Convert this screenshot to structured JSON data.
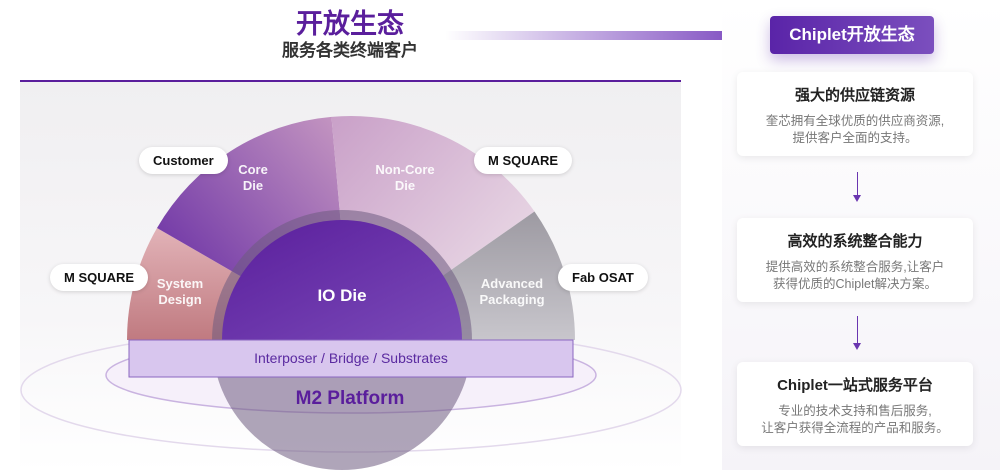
{
  "header": {
    "title": "开放生态",
    "subtitle": "服务各类终端客户"
  },
  "diagram": {
    "segments": [
      {
        "label": "System Design",
        "color": "#c98a8f",
        "partner": "M SQUARE"
      },
      {
        "label": "Core Die",
        "color": "#7a3fb0",
        "partner": "Customer"
      },
      {
        "label": "Non-Core Die",
        "color": "#d8b7d0",
        "partner": "M SQUARE"
      },
      {
        "label": "Advanced Packaging",
        "color": "#a7a5ab",
        "partner": "Fab OSAT"
      }
    ],
    "center": "IO Die",
    "substrate": "Interposer / Bridge / Substrates",
    "platform": "M2 Platform",
    "accent": "#5a1e9c"
  },
  "sidebar": {
    "badge": "Chiplet开放生态",
    "cards": [
      {
        "title": "强大的供应链资源",
        "lines": [
          "奎芯拥有全球优质的供应商资源,",
          "提供客户全面的支持。"
        ]
      },
      {
        "title": "高效的系统整合能力",
        "lines": [
          "提供高效的系统整合服务,让客户",
          "获得优质的Chiplet解决方案。"
        ]
      },
      {
        "title": "Chiplet一站式服务平台",
        "lines": [
          "专业的技术支持和售后服务,",
          "让客户获得全流程的产品和服务。"
        ]
      }
    ]
  }
}
